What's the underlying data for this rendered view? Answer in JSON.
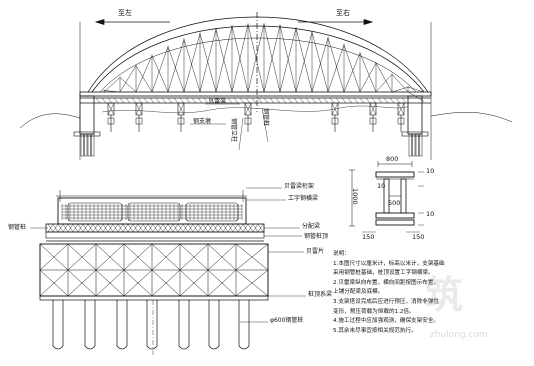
{
  "elevation": {
    "left_direction": "至左",
    "right_direction": "至右",
    "callout_1": "贝雷梁",
    "callout_2": "钢支墩",
    "callout_3": "钢管桩",
    "callout_4": "钢管立柱"
  },
  "section": {
    "left_label": "钢管桩",
    "callouts": [
      "贝雷梁桁架",
      "工字钢横梁",
      "分配梁",
      "钢管桩顶",
      "贝雷片",
      "桩顶系梁",
      "φ600钢管桩"
    ]
  },
  "detail": {
    "dim_top": "800",
    "dim_mid": "500",
    "dim_left": "1000",
    "dim_small_1": "10",
    "dim_small_2": "10",
    "dim_small_3": "10",
    "dim_bottom_1": "150",
    "dim_bottom_2": "150"
  },
  "notes": {
    "title": "说明：",
    "lines": [
      "1.本图尺寸以厘米计，标高以米计，支架基础",
      "  采用钢管桩基础，桩顶设置工字钢横梁。",
      "2.贝雷梁纵向布置，横向间距按图示布置，",
      "  上铺分配梁及底模。",
      "3.支架搭设完成后应进行预压，消除非弹性",
      "  变形，预压荷载为恒载的1.2倍。",
      "4.施工过程中应加强观测，确保支架安全。",
      "5.其余未尽事宜按相关规范执行。"
    ]
  },
  "watermark": {
    "big": "筑",
    "small": "zhulong.com"
  }
}
